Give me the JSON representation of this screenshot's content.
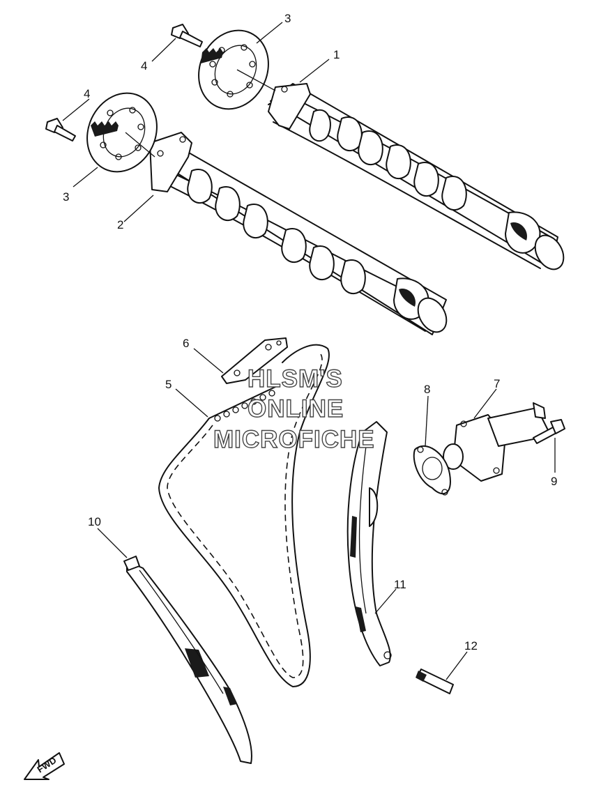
{
  "callouts": {
    "n1": "1",
    "n2": "2",
    "n3a": "3",
    "n3b": "3",
    "n4a": "4",
    "n4b": "4",
    "n5": "5",
    "n6": "6",
    "n7": "7",
    "n8": "8",
    "n9": "9",
    "n10": "10",
    "n11": "11",
    "n12": "12"
  },
  "watermark": {
    "line1": "HLSM'S",
    "line2": "ONLINE",
    "line3": "MICROFICHE"
  },
  "fwd_label": "FWD"
}
